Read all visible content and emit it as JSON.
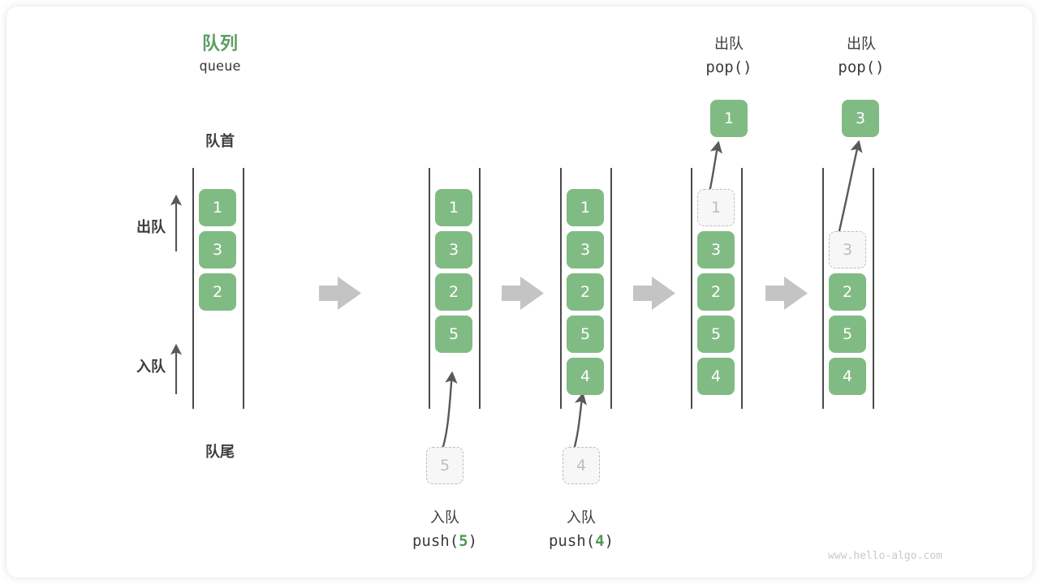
{
  "colors": {
    "green": "#81bb84",
    "green_text": "#5a9e60",
    "ghost_fill": "#f7f7f7",
    "ghost_border": "#bdbdbd",
    "rail": "#4a4a4a",
    "block_arrow": "#c4c4c4",
    "thin_arrow": "#595959",
    "watermark": "#c9c9c9"
  },
  "header": {
    "title_cn": "队列",
    "title_en": "queue"
  },
  "axis_labels": {
    "front": "队首",
    "rear": "队尾",
    "dequeue": "出队",
    "enqueue": "入队"
  },
  "watermark": "www.hello-algo.com",
  "stages": [
    {
      "id": "initial",
      "cells": [
        "1",
        "3",
        "2"
      ],
      "ghost_index": -1,
      "top_caption_cn": "",
      "top_caption_code": "",
      "bottom_caption_cn": "",
      "bottom_caption_code": "",
      "bottom_caption_arg": "",
      "incoming_ghost": "",
      "popped_value": ""
    },
    {
      "id": "push5",
      "cells": [
        "1",
        "3",
        "2",
        "5"
      ],
      "ghost_index": -1,
      "top_caption_cn": "",
      "top_caption_code": "",
      "bottom_caption_cn": "入队",
      "bottom_caption_code": "push(",
      "bottom_caption_arg": "5",
      "bottom_caption_code_end": ")",
      "incoming_ghost": "5",
      "popped_value": ""
    },
    {
      "id": "push4",
      "cells": [
        "1",
        "3",
        "2",
        "5",
        "4"
      ],
      "ghost_index": -1,
      "top_caption_cn": "",
      "top_caption_code": "",
      "bottom_caption_cn": "入队",
      "bottom_caption_code": "push(",
      "bottom_caption_arg": "4",
      "bottom_caption_code_end": ")",
      "incoming_ghost": "4",
      "popped_value": ""
    },
    {
      "id": "pop1",
      "cells": [
        "1",
        "3",
        "2",
        "5",
        "4"
      ],
      "ghost_index": 0,
      "top_caption_cn": "出队",
      "top_caption_code": "pop()",
      "bottom_caption_cn": "",
      "bottom_caption_code": "",
      "incoming_ghost": "",
      "popped_value": "1"
    },
    {
      "id": "pop3",
      "cells": [
        "3",
        "2",
        "5",
        "4"
      ],
      "ghost_index": 0,
      "ghost_row_offset": 1,
      "top_caption_cn": "出队",
      "top_caption_code": "pop()",
      "bottom_caption_cn": "",
      "bottom_caption_code": "",
      "incoming_ghost": "",
      "popped_value": "3"
    }
  ]
}
